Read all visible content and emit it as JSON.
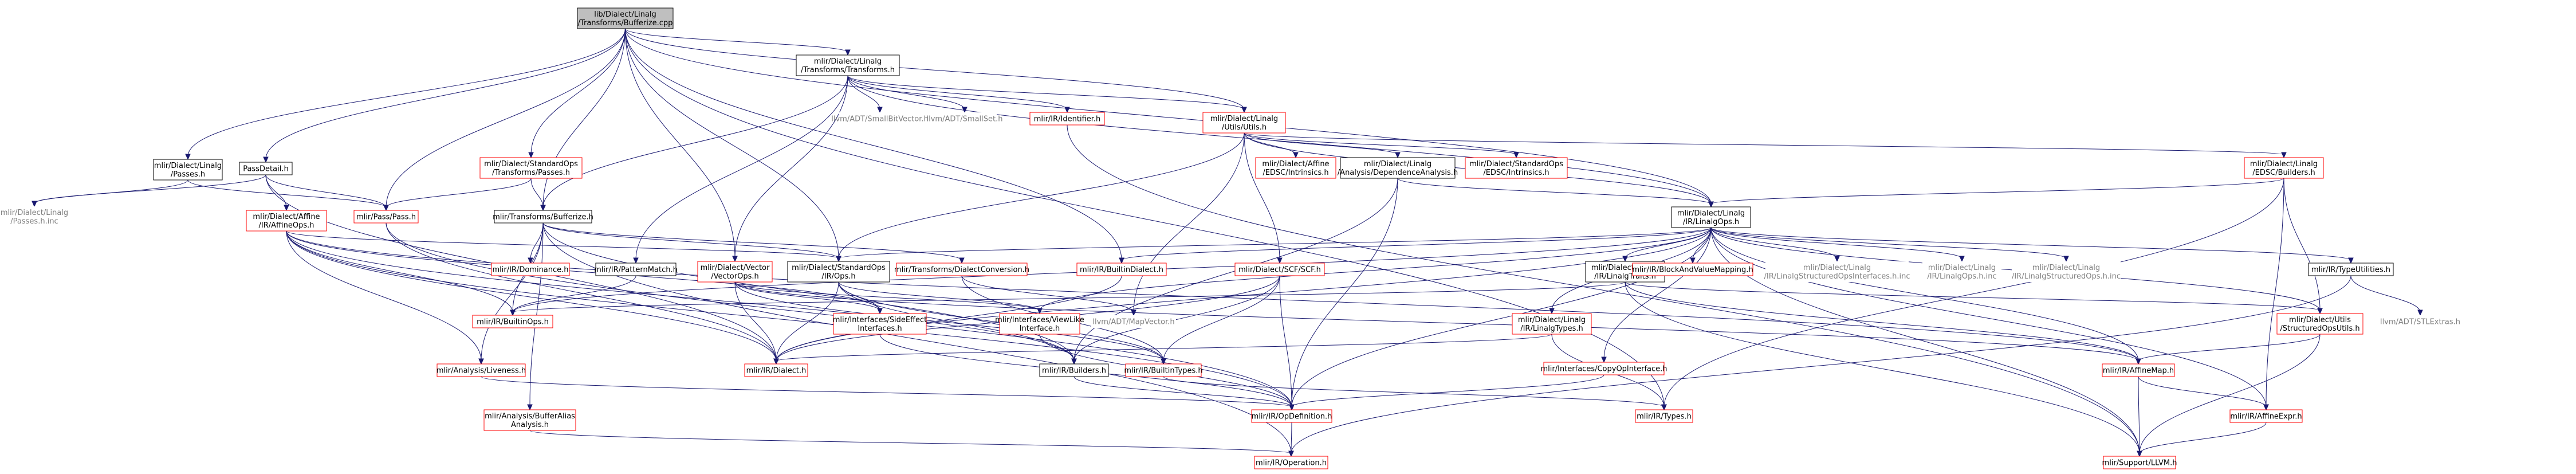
{
  "colors": {
    "edge": "#191970",
    "root_fill": "#bfbfbf",
    "documented_border": "#000000",
    "undocumented_border": "#ff0000",
    "external_text": "#808080"
  },
  "nodes": {
    "root": {
      "lines": [
        "lib/Dialect/Linalg",
        "/Transforms/Bufferize.cpp"
      ],
      "kind": "root"
    },
    "transforms_h": {
      "lines": [
        "mlir/Dialect/Linalg",
        "/Transforms/Transforms.h"
      ],
      "kind": "black"
    },
    "passes_h": {
      "lines": [
        "mlir/Dialect/Linalg",
        "/Passes.h"
      ],
      "kind": "black"
    },
    "passdetail_h": {
      "lines": [
        "PassDetail.h"
      ],
      "kind": "black"
    },
    "std_passes_h": {
      "lines": [
        "mlir/Dialect/StandardOps",
        "/Transforms/Passes.h"
      ],
      "kind": "red"
    },
    "smallbitvector": {
      "lines": [
        "llvm/ADT/SmallBitVector.h"
      ],
      "kind": "gray"
    },
    "smallset": {
      "lines": [
        "llvm/ADT/SmallSet.h"
      ],
      "kind": "gray"
    },
    "identifier": {
      "lines": [
        "mlir/IR/Identifier.h"
      ],
      "kind": "red"
    },
    "utils_h": {
      "lines": [
        "mlir/Dialect/Linalg",
        "/Utils/Utils.h"
      ],
      "kind": "red"
    },
    "edsc_builders": {
      "lines": [
        "mlir/Dialect/Linalg",
        "/EDSC/Builders.h"
      ],
      "kind": "red"
    },
    "passes_inc": {
      "lines": [
        "mlir/Dialect/Linalg",
        "/Passes.h.inc"
      ],
      "kind": "gray"
    },
    "affine_ops": {
      "lines": [
        "mlir/Dialect/Affine",
        "/IR/AffineOps.h"
      ],
      "kind": "red"
    },
    "pass_h": {
      "lines": [
        "mlir/Pass/Pass.h"
      ],
      "kind": "red"
    },
    "std_bufferize": {
      "lines": [
        "mlir/Transforms/Bufferize.h"
      ],
      "kind": "black"
    },
    "affine_edsc": {
      "lines": [
        "mlir/Dialect/Affine",
        "/EDSC/Intrinsics.h"
      ],
      "kind": "red"
    },
    "dep_analysis": {
      "lines": [
        "mlir/Dialect/Linalg",
        "/Analysis/DependenceAnalysis.h"
      ],
      "kind": "black"
    },
    "std_edsc": {
      "lines": [
        "mlir/Dialect/StandardOps",
        "/EDSC/Intrinsics.h"
      ],
      "kind": "red"
    },
    "linalgops_h": {
      "lines": [
        "mlir/Dialect/Linalg",
        "/IR/LinalgOps.h"
      ],
      "kind": "black"
    },
    "dominance": {
      "lines": [
        "mlir/IR/Dominance.h"
      ],
      "kind": "red"
    },
    "patternmatch": {
      "lines": [
        "mlir/IR/PatternMatch.h"
      ],
      "kind": "black"
    },
    "vector_ops": {
      "lines": [
        "mlir/Dialect/Vector",
        "/VectorOps.h"
      ],
      "kind": "red"
    },
    "std_ops": {
      "lines": [
        "mlir/Dialect/StandardOps",
        "/IR/Ops.h"
      ],
      "kind": "black"
    },
    "dialect_conv": {
      "lines": [
        "mlir/Transforms/DialectConversion.h"
      ],
      "kind": "red"
    },
    "builtin_dialect": {
      "lines": [
        "mlir/IR/BuiltinDialect.h"
      ],
      "kind": "red"
    },
    "scf_h": {
      "lines": [
        "mlir/Dialect/SCF/SCF.h"
      ],
      "kind": "red"
    },
    "linalg_traits": {
      "lines": [
        "mlir/Dialect/Linalg",
        "/IR/LinalgTraits.h"
      ],
      "kind": "black"
    },
    "block_value_map": {
      "lines": [
        "mlir/IR/BlockAndValueMapping.h"
      ],
      "kind": "red"
    },
    "structured_ifc": {
      "lines": [
        "mlir/Dialect/Linalg",
        "/IR/LinalgStructuredOpsInterfaces.h.inc"
      ],
      "kind": "gray"
    },
    "linalgops_inc": {
      "lines": [
        "mlir/Dialect/Linalg",
        "/IR/LinalgOps.h.inc"
      ],
      "kind": "gray"
    },
    "structured_inc": {
      "lines": [
        "mlir/Dialect/Linalg",
        "/IR/LinalgStructuredOps.h.inc"
      ],
      "kind": "gray"
    },
    "type_utils": {
      "lines": [
        "mlir/IR/TypeUtilities.h"
      ],
      "kind": "black"
    },
    "builtin_ops": {
      "lines": [
        "mlir/IR/BuiltinOps.h"
      ],
      "kind": "red"
    },
    "side_effect": {
      "lines": [
        "mlir/Interfaces/SideEffect",
        "Interfaces.h"
      ],
      "kind": "red"
    },
    "view_like": {
      "lines": [
        "mlir/Interfaces/ViewLike",
        "Interface.h"
      ],
      "kind": "red"
    },
    "mapvector": {
      "lines": [
        "llvm/ADT/MapVector.h"
      ],
      "kind": "gray"
    },
    "linalg_types": {
      "lines": [
        "mlir/Dialect/Linalg",
        "/IR/LinalgTypes.h"
      ],
      "kind": "red"
    },
    "structured_utils": {
      "lines": [
        "mlir/Dialect/Utils",
        "/StructuredOpsUtils.h"
      ],
      "kind": "red"
    },
    "stl_extras": {
      "lines": [
        "llvm/ADT/STLExtras.h"
      ],
      "kind": "gray"
    },
    "liveness": {
      "lines": [
        "mlir/Analysis/Liveness.h"
      ],
      "kind": "red"
    },
    "dialect_h": {
      "lines": [
        "mlir/IR/Dialect.h"
      ],
      "kind": "red"
    },
    "builders_h": {
      "lines": [
        "mlir/IR/Builders.h"
      ],
      "kind": "black"
    },
    "builtin_types": {
      "lines": [
        "mlir/IR/BuiltinTypes.h"
      ],
      "kind": "red"
    },
    "copy_op_ifc": {
      "lines": [
        "mlir/Interfaces/CopyOpInterface.h"
      ],
      "kind": "red"
    },
    "affine_map": {
      "lines": [
        "mlir/IR/AffineMap.h"
      ],
      "kind": "red"
    },
    "buffer_alias": {
      "lines": [
        "mlir/Analysis/BufferAlias",
        "Analysis.h"
      ],
      "kind": "red"
    },
    "op_definition": {
      "lines": [
        "mlir/IR/OpDefinition.h"
      ],
      "kind": "red"
    },
    "types_h": {
      "lines": [
        "mlir/IR/Types.h"
      ],
      "kind": "red"
    },
    "affine_expr": {
      "lines": [
        "mlir/IR/AffineExpr.h"
      ],
      "kind": "red"
    },
    "operation_h": {
      "lines": [
        "mlir/IR/Operation.h"
      ],
      "kind": "red"
    },
    "support_llvm": {
      "lines": [
        "mlir/Support/LLVM.h"
      ],
      "kind": "red"
    }
  }
}
